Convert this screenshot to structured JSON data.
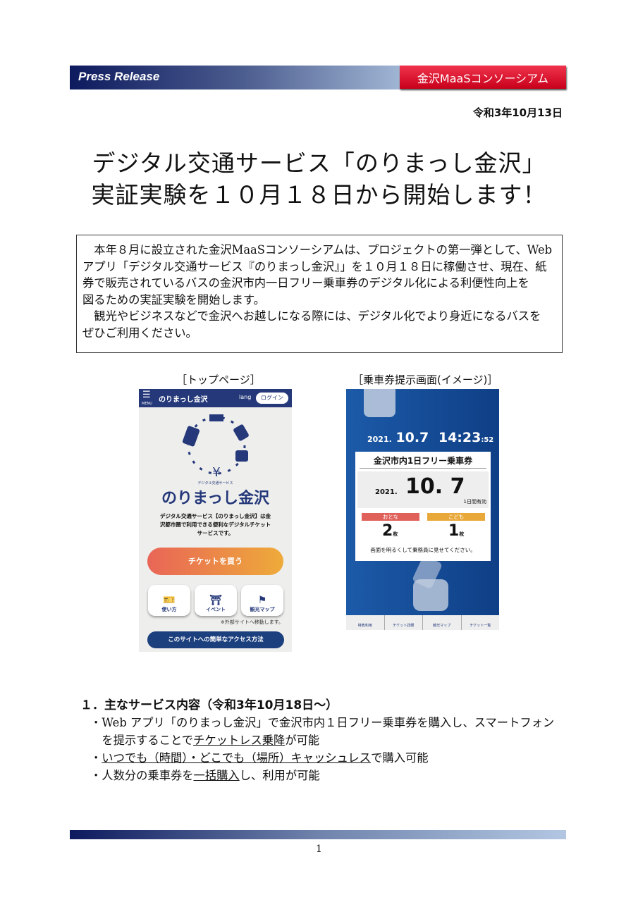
{
  "header": {
    "label": "Press Release",
    "organization": "金沢MaaSコンソーシアム"
  },
  "date": "令和3年10月13日",
  "title": [
    "デジタル交通サービス「のりまっし金沢」",
    "実証実験を１０月１８日から開始します！"
  ],
  "summary": [
    "　本年８月に設立された金沢MaaSコンソーシアムは、プロジェクトの第一弾として、Web",
    "アプリ「デジタル交通サービス『のりまっし金沢』」を１０月１８日に稼働させ、現在、紙",
    "券で販売されているバスの金沢市内一日フリー乗車券のデジタル化による利便性向上を",
    "図るための実証実験を開始します。",
    "　観光やビジネスなどで金沢へお越しになる際には、デジタル化でより身近になるバスを",
    "ぜひご利用ください。"
  ],
  "captions": [
    "［トップページ］",
    "［乗車券提示画面(イメージ)］"
  ],
  "top_page": {
    "menu": "MENU",
    "app_name": "のりまっし金沢",
    "lang": "lang",
    "login": "ログイン",
    "logo_sub": "デジタル交通サービス",
    "logo_text": "のりまっし金沢",
    "description": [
      "デジタル交通サービス【のりまっし金沢】は金",
      "沢都市圏で利用できる便利なデジタルチケット",
      "サービスです。"
    ],
    "buy_button": "チケットを買う",
    "tiles": [
      "使い方",
      "イベント",
      "観光マップ"
    ],
    "external_note": "※外部サイトへ移動します。",
    "access_button": "このサイトへの簡単なアクセス方法"
  },
  "ticket_screen": {
    "date_year": "2021.",
    "date_md": "10.7",
    "time": "14:23",
    "seconds": ":52",
    "ticket_name": "金沢市内1日フリー乗車券",
    "valid_year": "2021.",
    "valid_md": "10. 7",
    "validity": "1日間有効",
    "adult_label": "おとな",
    "child_label": "こども",
    "adult_count": "2",
    "child_count": "1",
    "unit": "枚",
    "instruction": "画面を明るくして乗務員に見せてください。",
    "nav": [
      "特典利用",
      "チケット詳細",
      "観光マップ",
      "チケット一覧"
    ],
    "adult_color": "#e0605a",
    "child_color": "#e9a93a"
  },
  "section": {
    "heading": "１．主なサービス内容（令和3年10月18日～）",
    "bullets": [
      [
        {
          "t": "・Web アプリ「のりまっし金沢」で金沢市内１日フリー乗車券を購入し、スマートフォン"
        }
      ],
      [
        {
          "t": "　を提示することで"
        },
        {
          "t": "チケットレス乗降",
          "u": true
        },
        {
          "t": "が可能"
        }
      ],
      [
        {
          "t": "・"
        },
        {
          "t": "いつでも（時間）・どこでも（場所）キャッシュレス",
          "u": true
        },
        {
          "t": "で購入可能"
        }
      ],
      [
        {
          "t": "・人数分の乗車券を"
        },
        {
          "t": "一括購入",
          "u": true
        },
        {
          "t": "し、利用が可能"
        }
      ]
    ]
  },
  "page_number": "1"
}
